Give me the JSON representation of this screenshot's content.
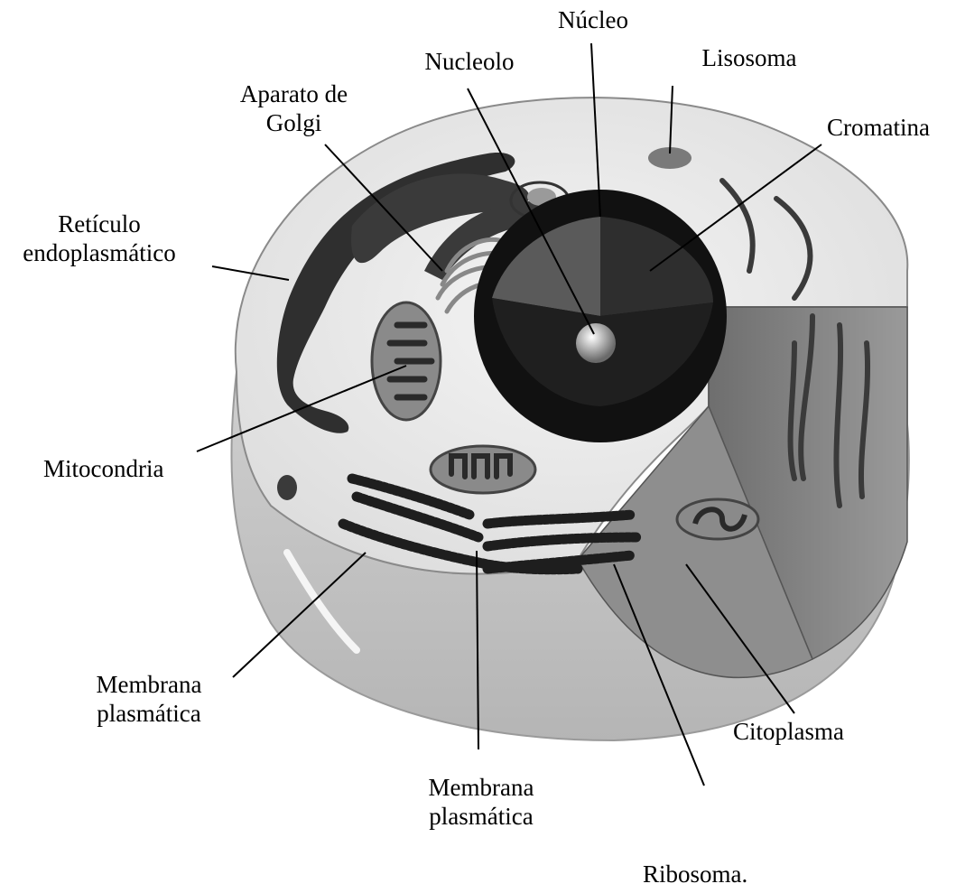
{
  "labels": {
    "nucleo": "Núcleo",
    "nucleolo": "Nucleolo",
    "lisosoma": "Lisosoma",
    "aparato_golgi": "Aparato de\nGolgi",
    "cromatina": "Cromatina",
    "reticulo": "Retículo\nendoplasmático",
    "mitocondria": "Mitocondria",
    "membrana_left": "Membrana\nplasmática",
    "membrana_bottom": "Membrana\nplasmática",
    "citoplasma": "Citoplasma",
    "ribosoma": "Ribosoma."
  },
  "colors": {
    "background": "#ffffff",
    "cell_top": "#eeeeee",
    "cell_side": "#c9c9c9",
    "cell_side_dark": "#a8a8a8",
    "organelle_dark": "#3a3a3a",
    "nucleus": "#1a1a1a",
    "leader_line": "#000000"
  }
}
